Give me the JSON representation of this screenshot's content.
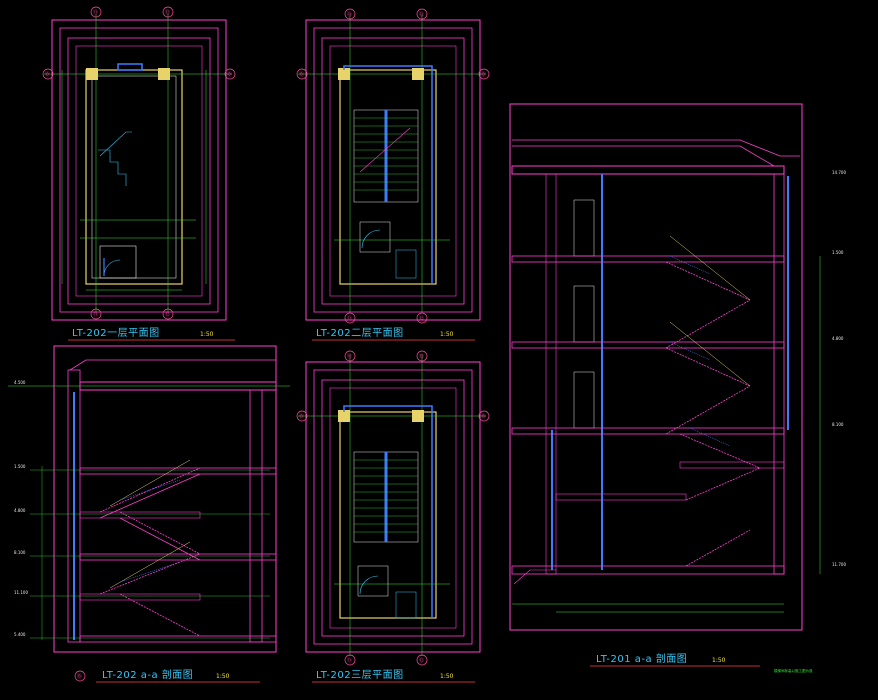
{
  "titles": {
    "plan1": "LT-202一层平面图",
    "plan2": "LT-202二层平面图",
    "plan3": "LT-202三层平面图",
    "section202": "LT-202 a-a 剖面图",
    "section201": "LT-201 a-a 剖面图"
  },
  "scales": {
    "plan1": "1:50",
    "plan2": "1:50",
    "plan3": "1:50",
    "section202": "1:50",
    "section201": "1:50"
  },
  "axes": {
    "plan1": {
      "top_left": "⑪",
      "top_right": "⑫",
      "side_left": "Ⓑ",
      "side_right": "Ⓑ",
      "bottom_left": "⑪",
      "bottom_right": "⑫"
    },
    "plan2": {
      "top_left": "⑪",
      "top_right": "⑫",
      "side_left": "Ⓑ",
      "side_right": "Ⓑ",
      "bottom_left": "⑪",
      "bottom_right": "⑫"
    },
    "plan3": {
      "top_left": "⑪",
      "top_right": "⑫",
      "side_left": "Ⓑ",
      "side_right": "Ⓑ",
      "bottom_left": "⑪",
      "bottom_right": "⑫"
    },
    "section202": {
      "bottom": "Ⓑ"
    }
  },
  "levels202": [
    "1.500",
    "4.800",
    "8.100",
    "11.100",
    "5.400",
    "4.500"
  ],
  "levels201": [
    "1.500",
    "4.800",
    "8.100",
    "11.700",
    "14.700"
  ],
  "note201": "楼梯间标高以施工图为准"
}
